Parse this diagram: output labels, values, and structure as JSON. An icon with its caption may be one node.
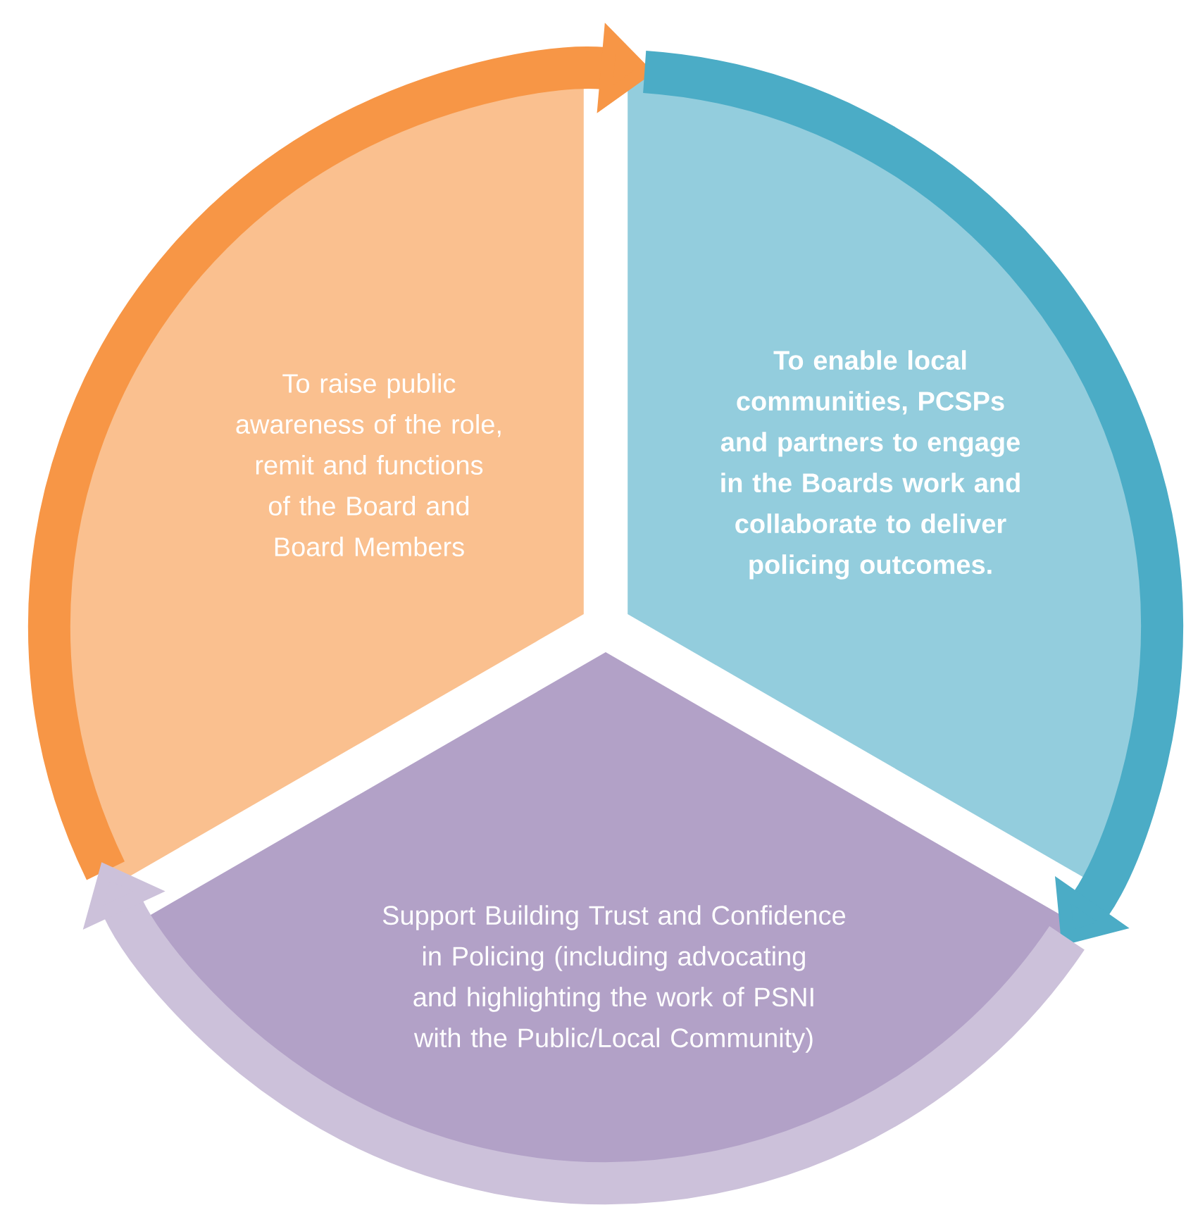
{
  "diagram": {
    "nodes": [
      {
        "text": [
          "To raise public awareness of the role, remit and functions of the Board and Board  Members"
        ]
      },
      {
        "text": [
          "To enable local communities, PCSPs and partners to engage in the Boards work and collaborate to deliver policing outcomes."
        ]
      },
      {
        "text": [
          "Support Building Trust and Confidence in Policing (including advocating and highlighting  the work of PSNI with the Public/Local Community)"
        ]
      }
    ],
    "edges": [
      {
        "from": 0,
        "to": 1,
        "arrow": "to",
        "color": "#f79646"
      },
      {
        "from": 1,
        "to": 2,
        "arrow": "to",
        "color": "#4bacc6"
      },
      {
        "from": 2,
        "to": 0,
        "arrow": "to",
        "color": "#ccc1da"
      }
    ]
  }
}
